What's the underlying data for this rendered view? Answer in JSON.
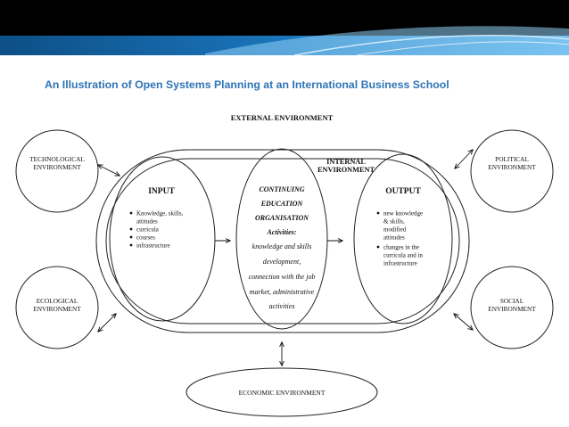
{
  "header": {
    "accent_color": "#1b75bb"
  },
  "slide": {
    "title": "An Illustration of Open Systems Planning at an International Business School",
    "title_color": "#2e74b5"
  },
  "diagram": {
    "external_label": "EXTERNAL ENVIRONMENT",
    "internal_label_line1": "INTERNAL",
    "internal_label_line2": "ENVIRONMENT",
    "technological": [
      "TECHNOLOGICAL",
      "ENVIRONMENT"
    ],
    "political": [
      "POLITICAL",
      "ENVIRONMENT"
    ],
    "ecological": [
      "ECOLOGICAL",
      "ENVIRONMENT"
    ],
    "social": [
      "SOCIAL",
      "ENVIRONMENT"
    ],
    "economic": "ECONOMIC ENVIRONMENT",
    "input": {
      "title": "INPUT",
      "bullets": [
        [
          "Knowledge, skills,",
          "attitudes"
        ],
        [
          "curricula"
        ],
        [
          "courses"
        ],
        [
          "infrastructure"
        ]
      ]
    },
    "center": {
      "lines": [
        "CONTINUING",
        "EDUCATION",
        "ORGANISATION"
      ],
      "activities_label": "Activities:",
      "activity_lines": [
        "knowledge and skills",
        "development,",
        "connection with the job",
        "market, administrative",
        "activities"
      ]
    },
    "output": {
      "title": "OUTPUT",
      "bullets": [
        [
          "new knowledge",
          "& skills,",
          "modified",
          "attitudes"
        ],
        [
          "changes in the",
          "curricula and in",
          "infrastructure"
        ]
      ]
    }
  }
}
